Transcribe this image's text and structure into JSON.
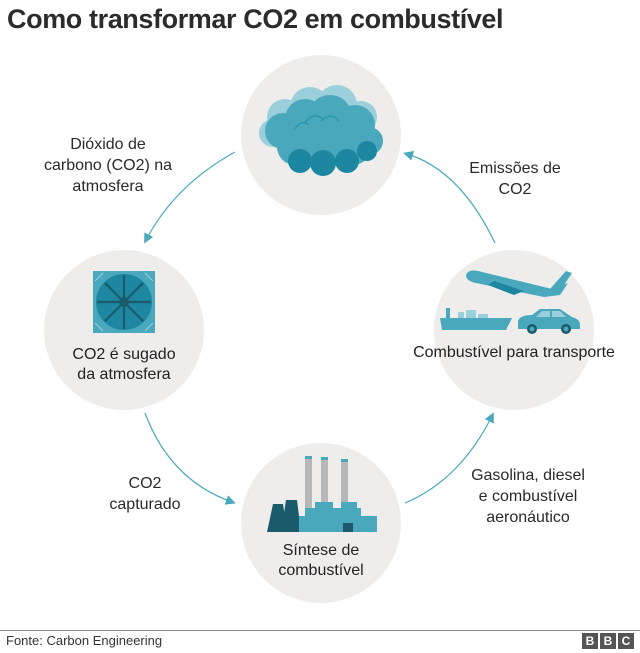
{
  "title": "Como transformar CO2 em combustível",
  "colors": {
    "accent": "#4aa8bd",
    "dark_teal": "#1a5a6b",
    "node_bg": "#efedeb"
  },
  "nodes": [
    {
      "id": "atmosphere",
      "icon": "cloud-icon",
      "label": ""
    },
    {
      "id": "capture",
      "icon": "fan-icon",
      "label_line1": "CO2 é sugado",
      "label_line2": "da atmosfera"
    },
    {
      "id": "synthesis",
      "icon": "factory-icon",
      "label_line1": "Síntese de",
      "label_line2": "combustível"
    },
    {
      "id": "transport",
      "icon": "transport-icon",
      "label_line1": "Combustível para transporte"
    }
  ],
  "steps": [
    {
      "id": "co2-atmosphere",
      "lines": [
        "Dióxido de",
        "carbono (CO2) na",
        "atmosfera"
      ]
    },
    {
      "id": "co2-captured",
      "lines": [
        "CO2",
        "capturado"
      ]
    },
    {
      "id": "fuels",
      "lines": [
        "Gasolina, diesel",
        "e combustível",
        "aeronáutico"
      ]
    },
    {
      "id": "emissions",
      "lines": [
        "Emissões de",
        "CO2"
      ]
    }
  ],
  "footer": {
    "source": "Fonte: Carbon Engineering",
    "logo": [
      "B",
      "B",
      "C"
    ]
  }
}
